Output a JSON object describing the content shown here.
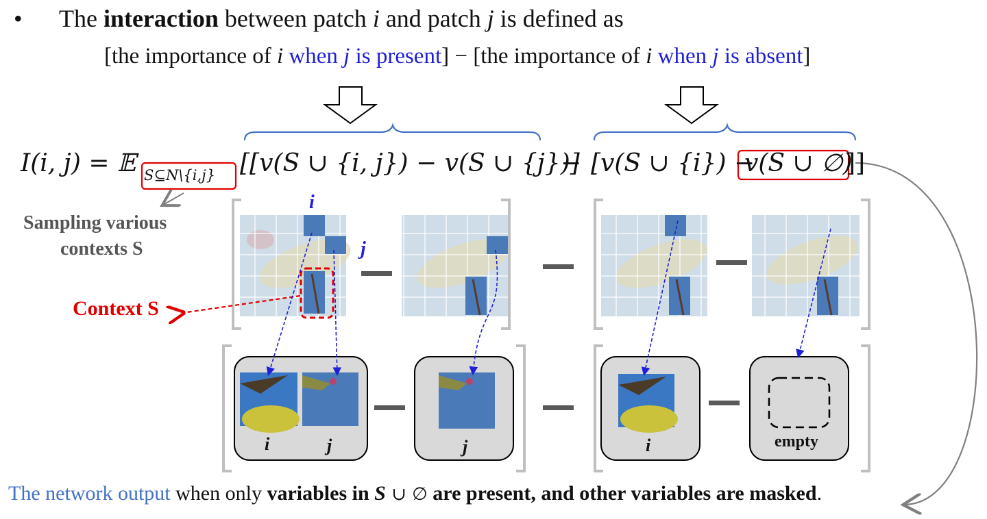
{
  "header": {
    "bullet": "•",
    "p1": "The ",
    "p2": "interaction",
    "p3": " between patch ",
    "p4": "i",
    "p5": " and patch ",
    "p6": "j",
    "p7": " is defined as"
  },
  "definition": {
    "open1": "[the importance of ",
    "i1": "i",
    "when1": " when ",
    "j1": "j",
    "present": " is present",
    "close1": "]",
    "minus": " − ",
    "open2": "[the importance of ",
    "i2": "i",
    "when2": " when ",
    "j2": "j",
    "absent": " is absent",
    "close2": "]"
  },
  "formula": {
    "lhs": "I(i, j) = 𝔼",
    "subscript": "S⊆N\\{i,j}",
    "part1": "[[v(S ∪ {i, j}) − v(S ∪ {j})]",
    "minus": "−",
    "part2": "[v(S ∪ {i}) −",
    "part3": "v(S ∪ ∅)",
    "close": "]]"
  },
  "annotations": {
    "sampling_line1": "Sampling various",
    "sampling_line2": "contexts S",
    "context_label": "Context S",
    "patch_i_label": "i",
    "patch_j_label": "j"
  },
  "patch_labels": {
    "b1_i": "i",
    "b1_j": "j",
    "b2_j": "j",
    "b3_i": "i",
    "b4_empty": "empty"
  },
  "footer": {
    "f1": "The network output",
    "f2": " when only ",
    "f3": "variables in ",
    "f4": "S",
    "f5": " ∪ ∅",
    "f6": " are present, and other variables are masked",
    "f7": "."
  },
  "colors": {
    "blue_text": "#1f1fd6",
    "soft_blue": "#4472c4",
    "red": "#e00000",
    "box_fill": "#d9d9d9",
    "patch_blue": "#4a7ab8",
    "image_bg": "#c9d8e6"
  },
  "icons": [
    "down-arrow-icon",
    "curly-brace-icon",
    "minus-sign-icon",
    "dashed-arrow-icon"
  ]
}
